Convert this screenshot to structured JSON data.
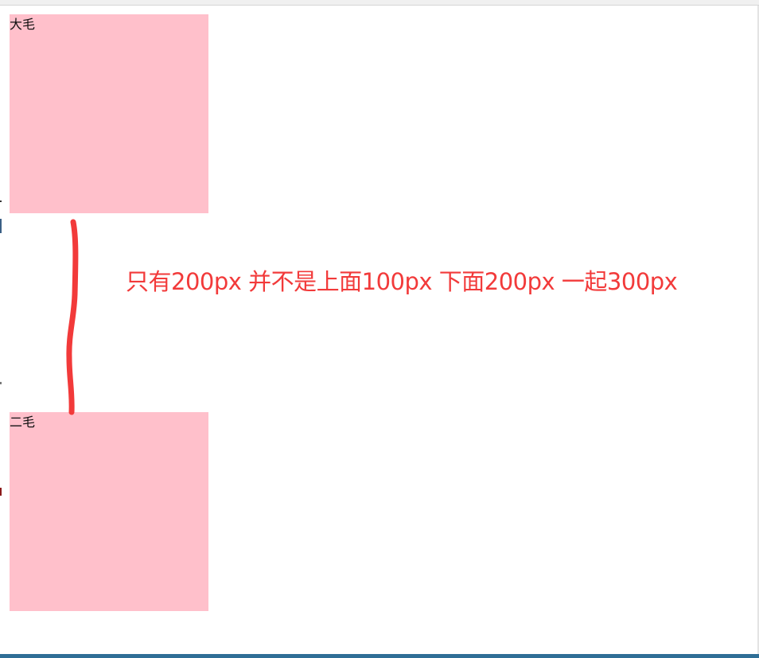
{
  "boxes": [
    {
      "label": "大毛"
    },
    {
      "label": "二毛"
    }
  ],
  "annotation": {
    "text": "只有200px 并不是上面100px 下面200px 一起300px",
    "color": "#f23a3a"
  },
  "colors": {
    "box_fill": "#ffc0cb",
    "bottom_bar": "#2f6e96"
  }
}
